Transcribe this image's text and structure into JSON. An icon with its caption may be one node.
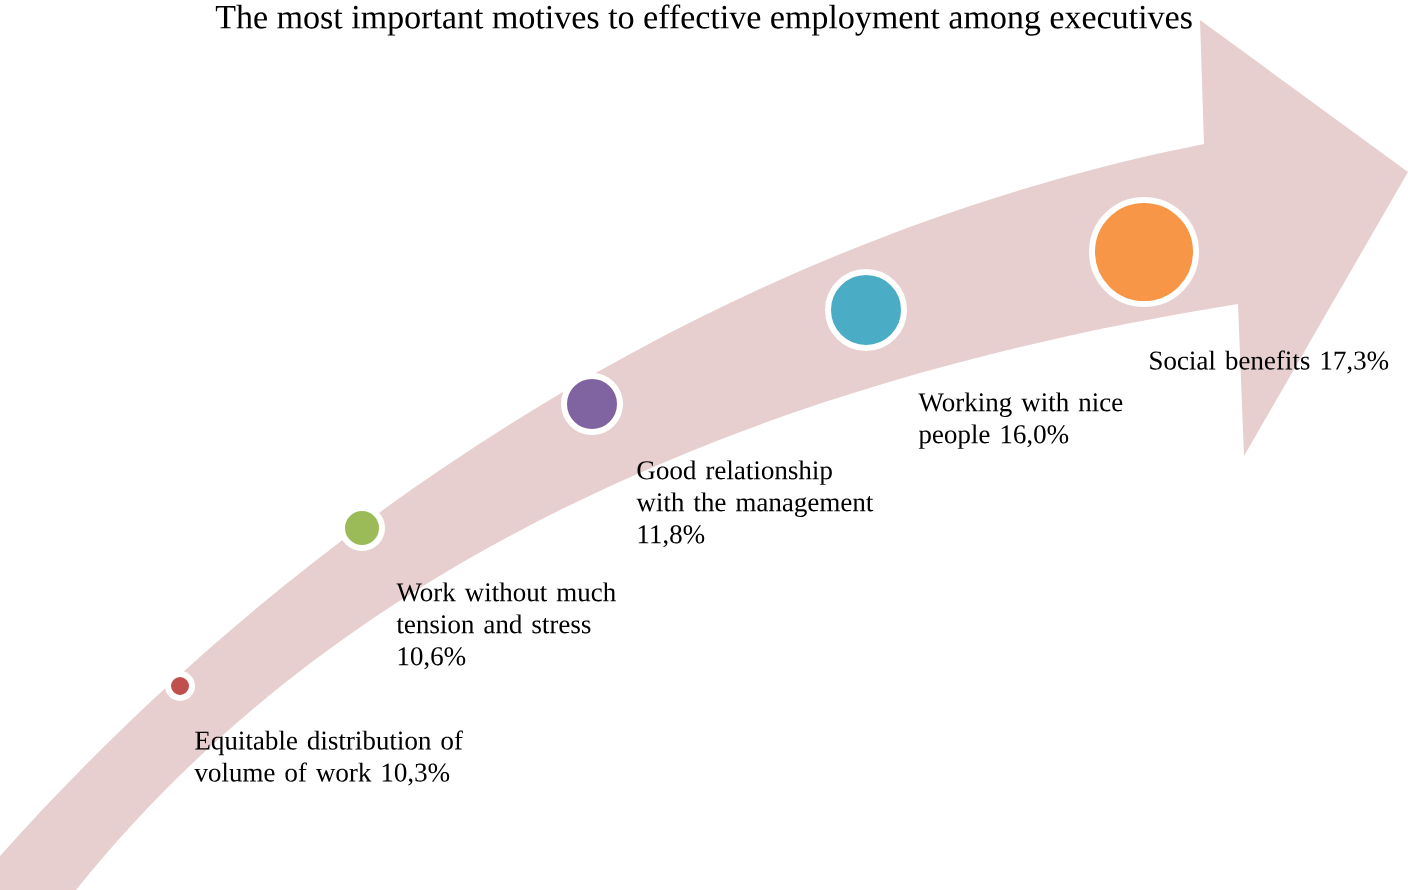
{
  "diagram": {
    "title": "The most important motives to effective employment among executives",
    "nodes": [
      {
        "text": [],
        "shape": "circle",
        "beside": [
          "Equitable distribution of volume of work 10,3%"
        ]
      },
      {
        "text": [],
        "shape": "circle",
        "beside": [
          "Work without much tension and stress 10,6%"
        ]
      },
      {
        "text": [],
        "shape": "circle",
        "beside": [
          "Good relationship with the management 11,8%"
        ]
      },
      {
        "text": [],
        "shape": "circle",
        "beside": [
          "Working with nice people 16,0%"
        ]
      },
      {
        "text": [],
        "shape": "circle",
        "beside": [
          "Social benefits 17,3%"
        ]
      }
    ]
  }
}
